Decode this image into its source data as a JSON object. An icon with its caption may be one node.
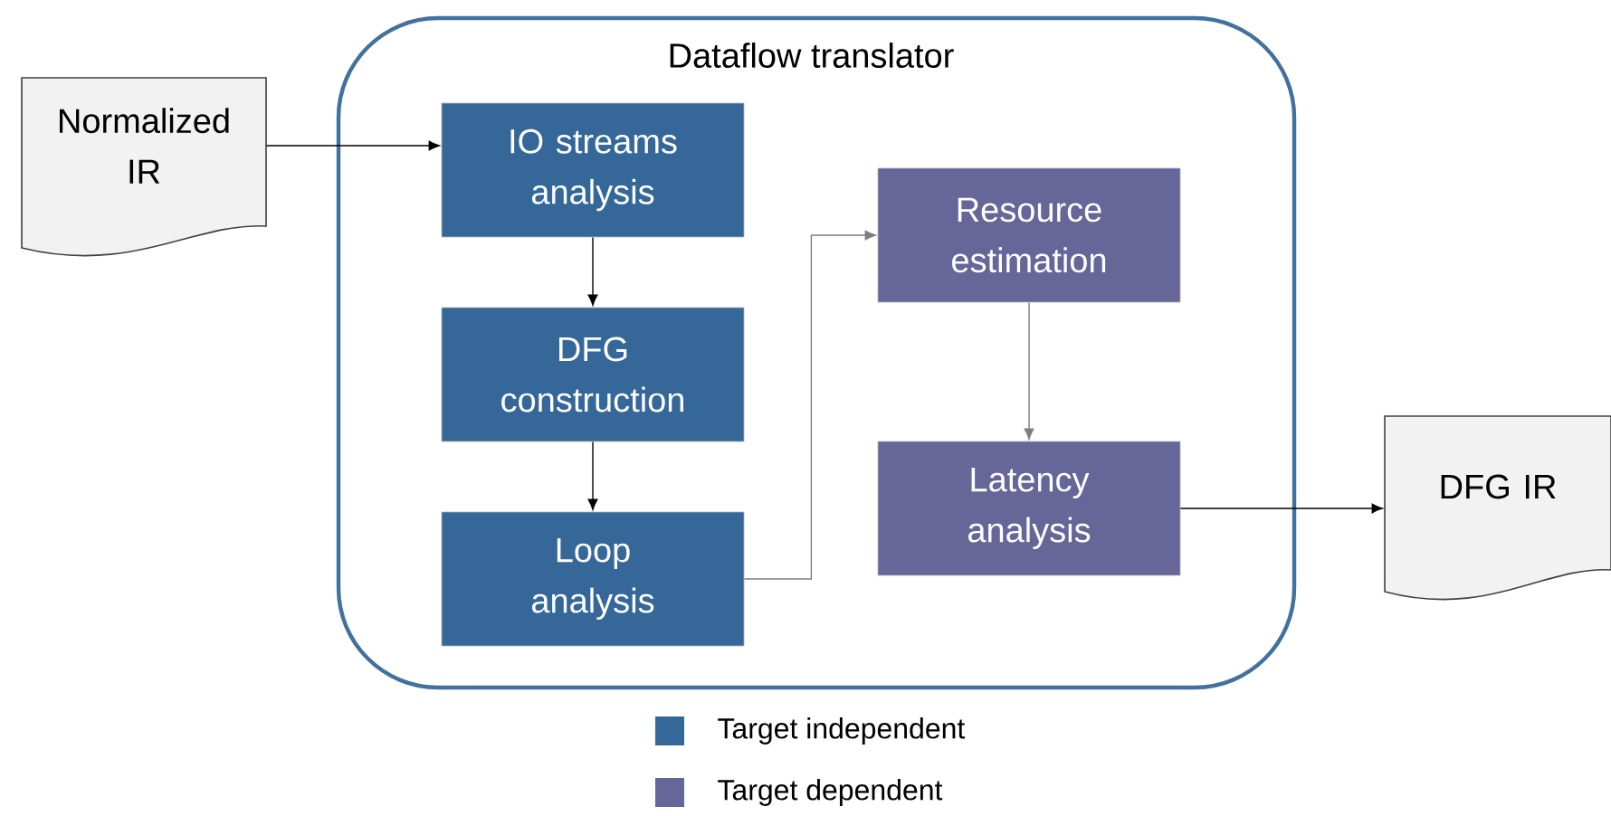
{
  "diagram": {
    "nodes": [
      {
        "text": [
          "Normalized IR"
        ]
      },
      {
        "text": [
          "Dataflow translator"
        ]
      },
      {
        "text": [
          "IO streams analysis"
        ],
        "in": 1
      },
      {
        "text": [
          "DFG construction"
        ],
        "in": 1
      },
      {
        "text": [
          "Loop analysis"
        ],
        "in": 1
      },
      {
        "text": [
          "Resource estimation"
        ],
        "in": 1
      },
      {
        "text": [
          "Latency analysis"
        ],
        "in": 1
      },
      {
        "text": [
          "DFG IR"
        ]
      }
    ],
    "edges": [
      {
        "from": 0,
        "to": 2,
        "arrow": "to"
      },
      {
        "from": 2,
        "to": 3,
        "arrow": "to"
      },
      {
        "from": 3,
        "to": 4,
        "arrow": "to"
      },
      {
        "from": 4,
        "to": 5,
        "arrow": "to",
        "color": "#7f7f7f"
      },
      {
        "from": 5,
        "to": 6,
        "arrow": "to",
        "color": "#7f7f7f"
      },
      {
        "from": 6,
        "to": 7,
        "arrow": "to"
      }
    ],
    "legend": [
      {
        "text": "Target independent",
        "color": "#356899"
      },
      {
        "text": "Target dependent",
        "color": "#666699"
      }
    ]
  }
}
